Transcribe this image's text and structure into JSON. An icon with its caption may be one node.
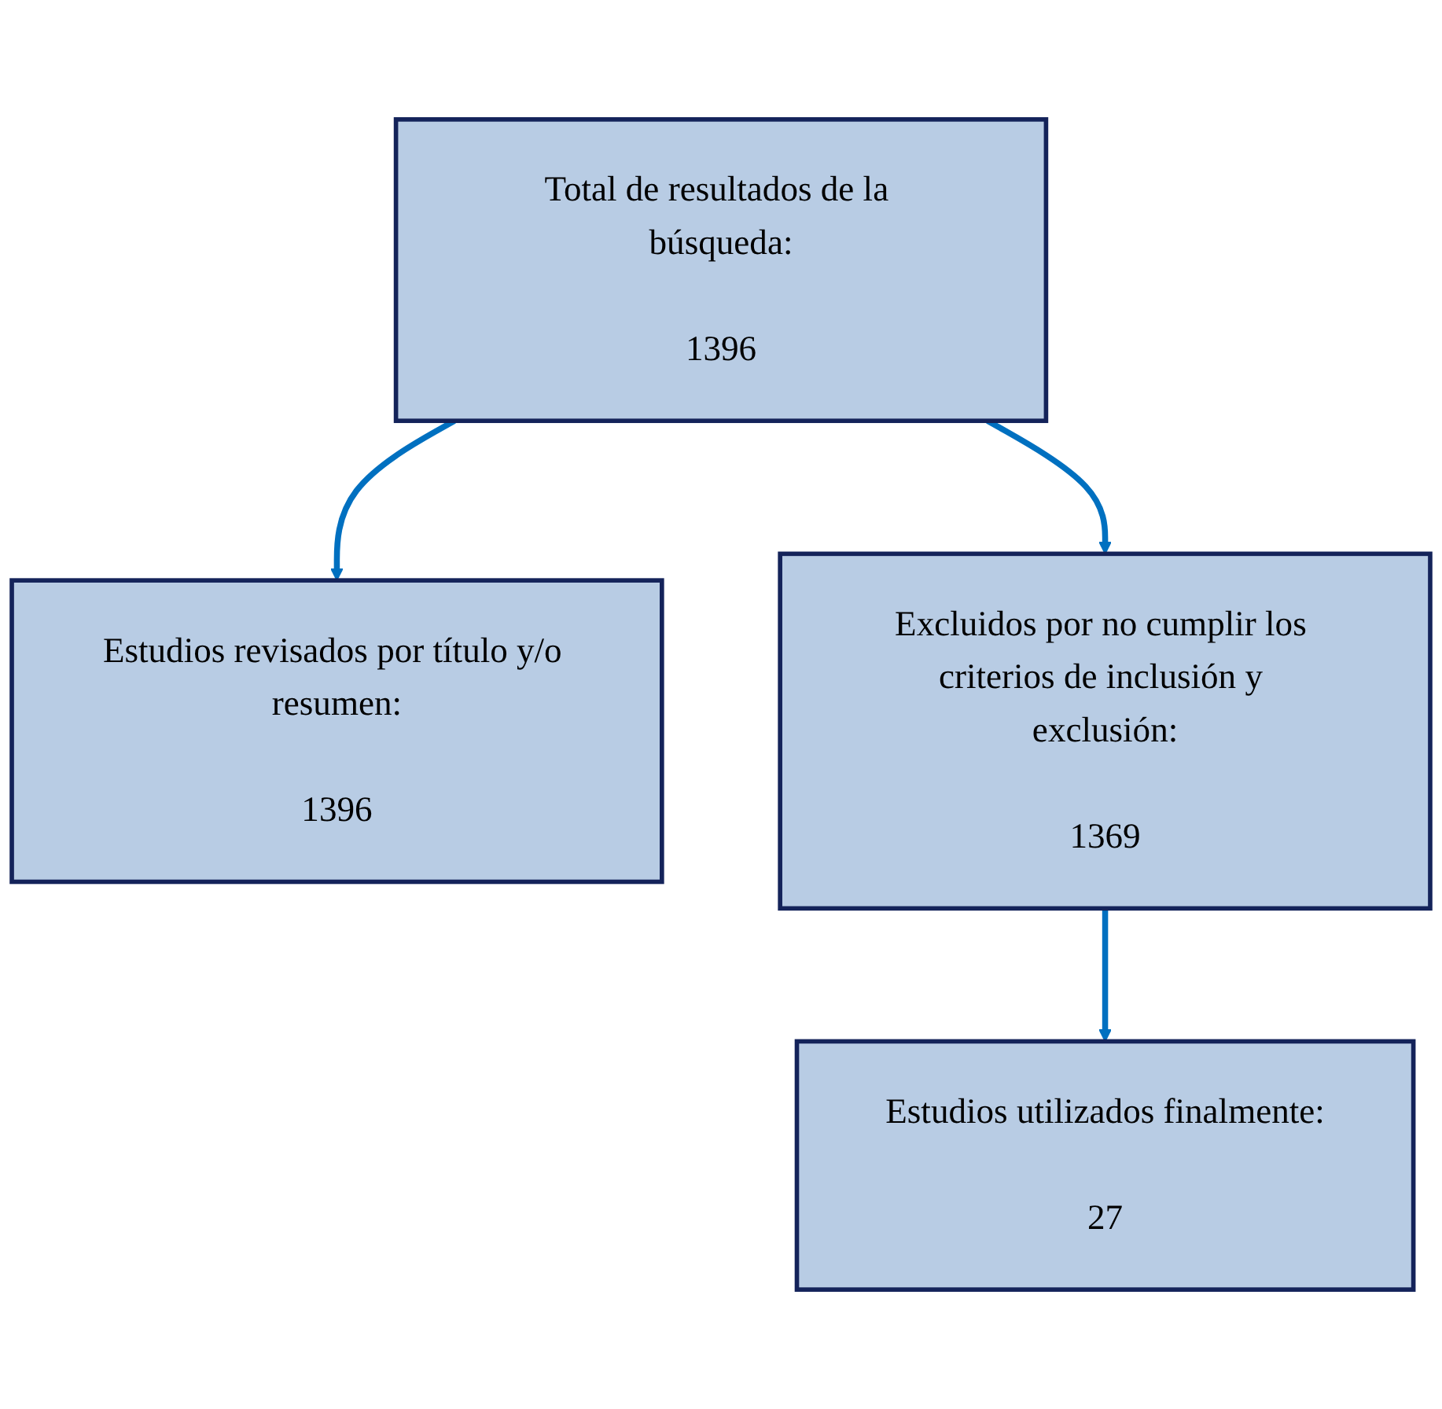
{
  "diagram": {
    "nodes": [
      {
        "text": [
          "Total de resultados de la búsqueda:",
          "1396"
        ]
      },
      {
        "text": [
          "Estudios revisados por título y/o resumen:",
          "1396"
        ]
      },
      {
        "text": [
          "Excluidos por no cumplir los criterios de inclusión y exclusión:",
          "1369"
        ]
      },
      {
        "text": [
          "Estudios utilizados finalmente:",
          "27"
        ]
      }
    ],
    "edges": [
      {
        "from": 0,
        "to": 1,
        "arrow": "to"
      },
      {
        "from": 0,
        "to": 2,
        "arrow": "to"
      },
      {
        "from": 2,
        "to": 3,
        "arrow": "to"
      }
    ]
  }
}
